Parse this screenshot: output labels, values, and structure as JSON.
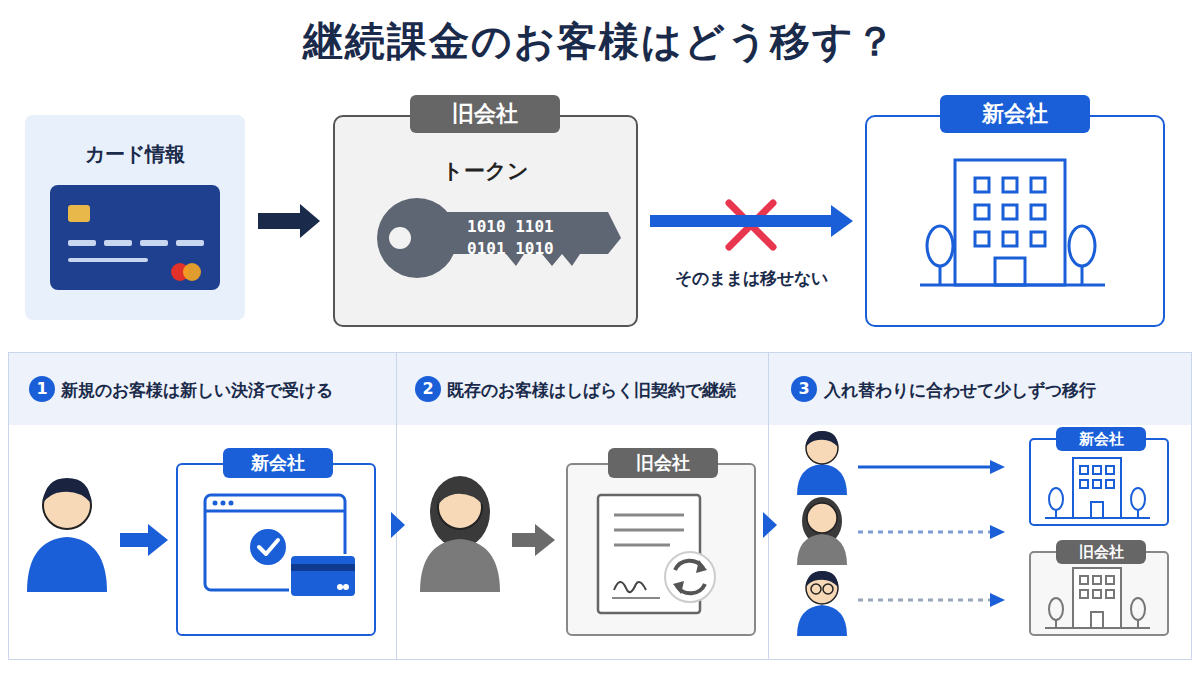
{
  "diagram": {
    "title": "継続課金のお客様はどう移す？",
    "nodes": [
      {
        "text": [
          "カード情報"
        ]
      },
      {
        "text": [
          "旧会社",
          "トークン"
        ]
      },
      {
        "text": [
          "1010 1101 0101 1010"
        ],
        "in": 1
      },
      {
        "text": [
          "新会社"
        ]
      },
      {
        "text": [
          "新規のお客様は新しい決済で受ける"
        ]
      },
      {
        "text": [
          "1"
        ],
        "in": 4
      },
      {
        "text": [
          "新会社"
        ],
        "in": 4
      },
      {
        "text": [
          "既存のお客様はしばらく旧契約で継続"
        ]
      },
      {
        "text": [
          "2"
        ],
        "in": 7
      },
      {
        "text": [
          "旧会社"
        ],
        "in": 7
      },
      {
        "text": [
          "入れ替わりに合わせて少しずつ移行"
        ]
      },
      {
        "text": [
          "3"
        ],
        "in": 10
      },
      {
        "text": [
          "新会社"
        ],
        "in": 10
      },
      {
        "text": [
          "旧会社"
        ],
        "in": 10
      }
    ],
    "edges": [
      {
        "from": 0,
        "to": 1,
        "arrow": "to"
      },
      {
        "from": 1,
        "to": 3,
        "label": "そのままは移せない",
        "arrow": "to"
      }
    ]
  }
}
